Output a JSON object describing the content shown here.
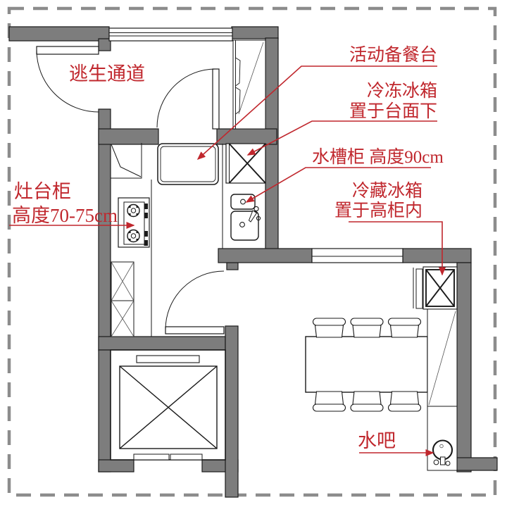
{
  "title": "kitchen-floor-plan",
  "colors": {
    "wall": "#7d7d7d",
    "line": "#1a1a1a",
    "red": "#c0272d",
    "border": "#8c8c8c",
    "background": "#ffffff"
  },
  "annotations": {
    "escape_route": {
      "label": "逃生通道"
    },
    "prep_table": {
      "label": "活动备餐台"
    },
    "freezer": {
      "line1": "冷冻冰箱",
      "line2": "置于台面下"
    },
    "sink_cabinet": {
      "label": "水槽柜 高度90cm"
    },
    "fridge": {
      "line1": "冷藏冰箱",
      "line2": "置于高柜内"
    },
    "stove_cabinet": {
      "line1": "灶台柜",
      "line2": "高度70-75cm"
    },
    "water_bar": {
      "label": "水吧"
    }
  }
}
